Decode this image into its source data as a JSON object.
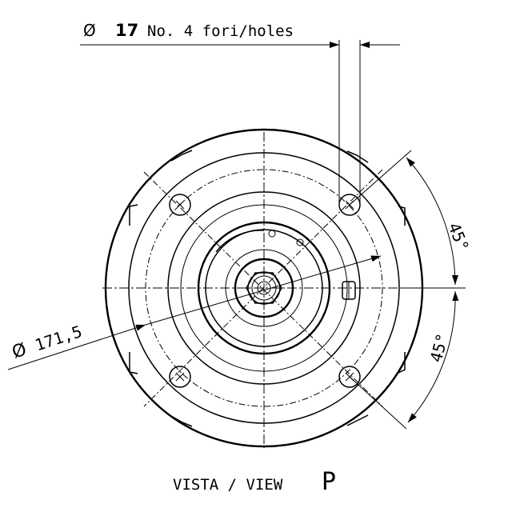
{
  "annotations": {
    "hole_diameter_symbol": "Ø",
    "hole_diameter_value": "17",
    "hole_note": "No. 4 fori/holes",
    "bolt_circle_symbol": "Ø",
    "bolt_circle_value": "171,5",
    "angle_upper": "45°",
    "angle_lower": "45°",
    "view_prefix": "VISTA / VIEW",
    "view_letter": "P"
  },
  "colors": {
    "line": "#000000",
    "background": "#ffffff"
  }
}
